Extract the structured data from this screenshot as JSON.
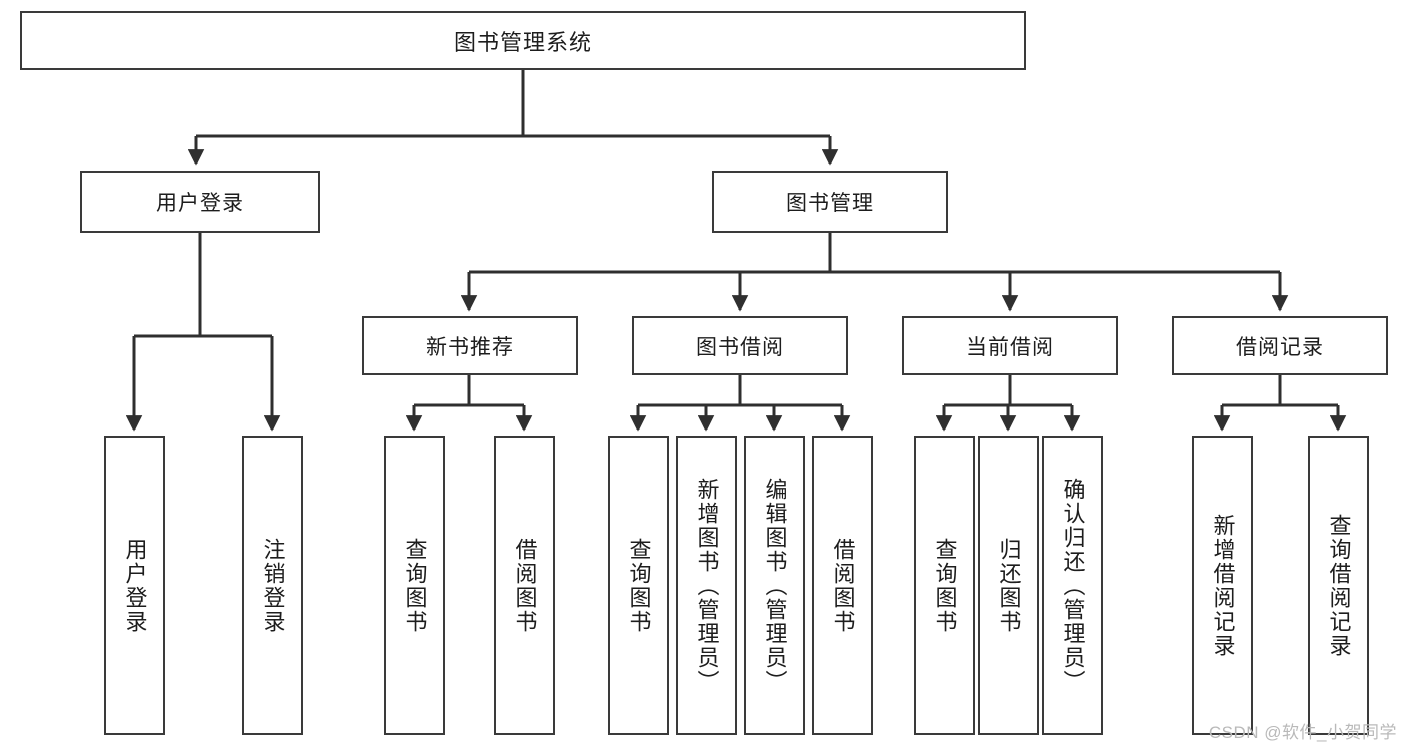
{
  "diagram": {
    "title": "图书管理系统",
    "type": "tree",
    "watermark": "CSDN @软件_小贺同学",
    "colors": {
      "box_border": "#3a3a3a",
      "box_fill": "#ffffff",
      "connector": "#2f2f2f",
      "text": "#1d1d1d",
      "watermark": "#b9b9b9"
    },
    "root": {
      "label": "图书管理系统"
    },
    "level1": [
      {
        "label": "用户登录"
      },
      {
        "label": "图书管理"
      }
    ],
    "level2": [
      {
        "label": "新书推荐"
      },
      {
        "label": "图书借阅"
      },
      {
        "label": "当前借阅"
      },
      {
        "label": "借阅记录"
      }
    ],
    "leaves": {
      "user_login": [
        {
          "label": "用户登录"
        },
        {
          "label": "注销登录"
        }
      ],
      "new_book_recommend": [
        {
          "label": "查询图书"
        },
        {
          "label": "借阅图书"
        }
      ],
      "book_borrow": [
        {
          "label": "查询图书"
        },
        {
          "label": "新增图书（管理员）"
        },
        {
          "label": "编辑图书（管理员）"
        },
        {
          "label": "借阅图书"
        }
      ],
      "current_borrow": [
        {
          "label": "查询图书"
        },
        {
          "label": "归还图书"
        },
        {
          "label": "确认归还（管理员）"
        }
      ],
      "borrow_record": [
        {
          "label": "新增借阅记录"
        },
        {
          "label": "查询借阅记录"
        }
      ]
    }
  }
}
